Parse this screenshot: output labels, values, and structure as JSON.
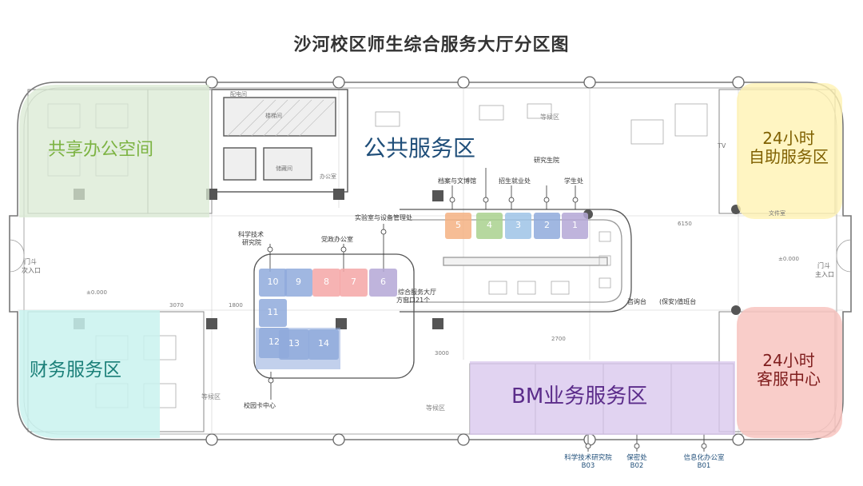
{
  "title": "沙河校区师生综合服务大厅分区图",
  "zones": {
    "shared_office": "共享办公空间",
    "public_service": "公共服务区",
    "self_service_24h_line1": "24小时",
    "self_service_24h_line2": "自助服务区",
    "finance": "财务服务区",
    "customer_service_24h_line1": "24小时",
    "customer_service_24h_line2": "客服中心",
    "bm_service": "BM业务服务区"
  },
  "windows_top": [
    {
      "num": "5",
      "color": "#f4b183"
    },
    {
      "num": "4",
      "color": "#a9d18e"
    },
    {
      "num": "3",
      "color": "#9dc3e6"
    },
    {
      "num": "2",
      "color": "#8faadc"
    },
    {
      "num": "1",
      "color": "#b4a7d6"
    }
  ],
  "windows_top_labels": [
    "档案与文博馆",
    "招生就业处",
    "研究生院",
    "学生处"
  ],
  "lab_label": "实验室与设备管理处",
  "windows_mid": [
    {
      "num": "10",
      "color": "#8faadc"
    },
    {
      "num": "9",
      "color": "#8faadc"
    },
    {
      "num": "8",
      "color": "#f4a6a6"
    },
    {
      "num": "7",
      "color": "#f4a6a6"
    },
    {
      "num": "6",
      "color": "#b4a7d6"
    }
  ],
  "windows_left": [
    {
      "num": "11",
      "color": "#8faadc"
    },
    {
      "num": "12",
      "color": "#8faadc"
    },
    {
      "num": "13",
      "color": "#8faadc"
    },
    {
      "num": "14",
      "color": "#8faadc"
    }
  ],
  "mid_labels": {
    "sci_tech_1": "科学技术",
    "sci_tech_2": "研究院",
    "party_office": "党政办公室",
    "campus_card": "校园卡中心",
    "hall_1": "综合服务大厅",
    "hall_2": "方窗口21个",
    "reception": "咨询台",
    "security": "(保安)值班台"
  },
  "plan_labels": {
    "waiting_1": "等候区",
    "waiting_2": "等候区",
    "waiting_3": "等候区",
    "west_entry_1": "门斗",
    "west_entry_2": "次入口",
    "east_entry_1": "门斗",
    "east_entry_2": "主入口",
    "stair": "楼梯间",
    "room_a": "配电间",
    "room_b": "储藏间",
    "room_c": "办公室",
    "tv": "TV",
    "storage": "文件室",
    "dim1": "3070",
    "dim2": "1800",
    "dim3": "3000",
    "dim4": "6150",
    "dim5": "2700",
    "level1": "±0.000",
    "level2": "±0.000"
  },
  "bm_pins": [
    {
      "line1": "科学技术研究院",
      "line2": "B03"
    },
    {
      "line1": "保密处",
      "line2": "B02"
    },
    {
      "line1": "信息化办公室",
      "line2": "B01"
    }
  ],
  "colors": {
    "shared_office": "#d9ead3",
    "shared_office_text": "#7cb342",
    "public_service_text": "#1f4e79",
    "self_service": "#fff2b3",
    "self_service_text": "#7f6000",
    "finance": "#c9f2ee",
    "finance_text": "#1a7f78",
    "customer_service": "#f8c4c0",
    "customer_service_text": "#7f1d1d",
    "bm": "#d9c8ee",
    "bm_text": "#5b2c8a"
  }
}
